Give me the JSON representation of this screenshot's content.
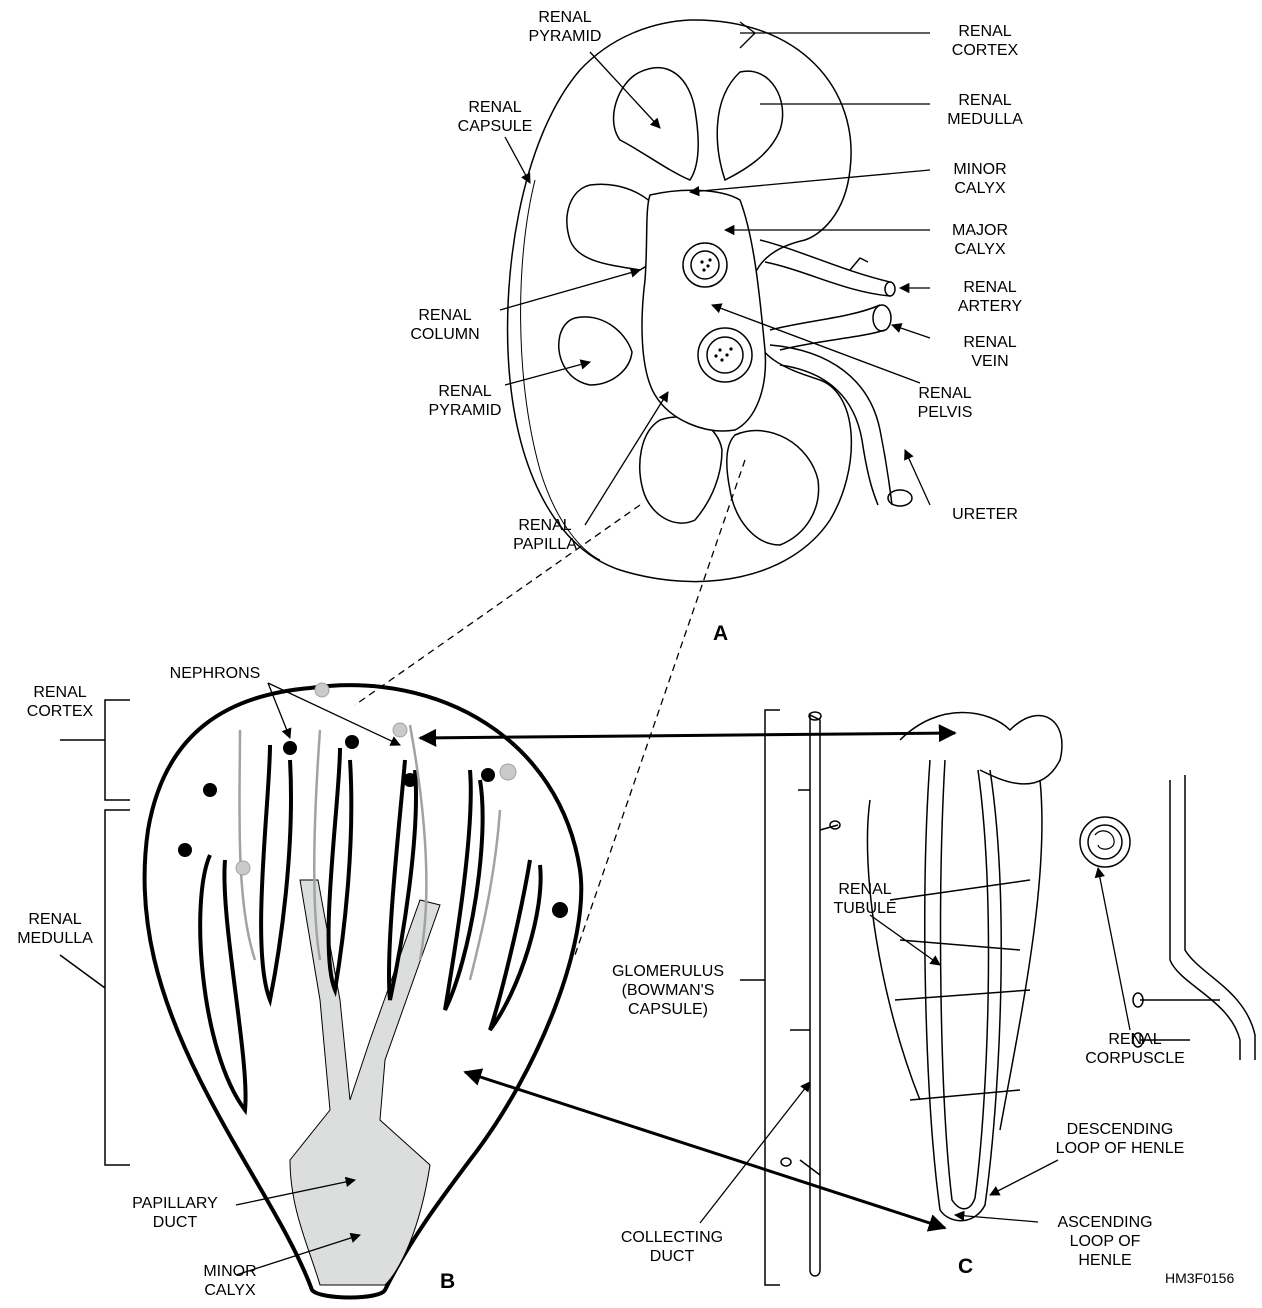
{
  "panels": {
    "a": "A",
    "b": "B",
    "c": "C"
  },
  "figure_code": "HM3F0156",
  "labels_a": {
    "renal_pyramid_top": [
      "RENAL",
      "PYRAMID"
    ],
    "renal_capsule": [
      "RENAL",
      "CAPSULE"
    ],
    "renal_column": [
      "RENAL",
      "COLUMN"
    ],
    "renal_pyramid_left": [
      "RENAL",
      "PYRAMID"
    ],
    "renal_papilla": [
      "RENAL",
      "PAPILLA"
    ],
    "renal_cortex": [
      "RENAL",
      "CORTEX"
    ],
    "renal_medulla": [
      "RENAL",
      "MEDULLA"
    ],
    "minor_calyx": [
      "MINOR",
      "CALYX"
    ],
    "major_calyx": [
      "MAJOR",
      "CALYX"
    ],
    "renal_artery": [
      "RENAL",
      "ARTERY"
    ],
    "renal_vein": [
      "RENAL",
      "VEIN"
    ],
    "renal_pelvis": [
      "RENAL",
      "PELVIS"
    ],
    "ureter": [
      "URETER"
    ]
  },
  "labels_b": {
    "renal_cortex": [
      "RENAL",
      "CORTEX"
    ],
    "nephrons": [
      "NEPHRONS"
    ],
    "renal_medulla": [
      "RENAL",
      "MEDULLA"
    ],
    "papillary_duct": [
      "PAPILLARY",
      "DUCT"
    ],
    "minor_calyx": [
      "MINOR",
      "CALYX"
    ]
  },
  "labels_c": {
    "glomerulus": [
      "GLOMERULUS",
      "(BOWMAN'S",
      "CAPSULE)"
    ],
    "renal_tubule": [
      "RENAL",
      "TUBULE"
    ],
    "renal_corpuscle": [
      "RENAL",
      "CORPUSCLE"
    ],
    "descending_loop": [
      "DESCENDING",
      "LOOP OF HENLE"
    ],
    "ascending_loop": [
      "ASCENDING",
      "LOOP OF",
      "HENLE"
    ],
    "collecting_duct": [
      "COLLECTING",
      "DUCT"
    ]
  },
  "colors": {
    "ink": "#000000",
    "duct_fill": "#dcdedd",
    "nephron_grey": "#c8cbca"
  }
}
